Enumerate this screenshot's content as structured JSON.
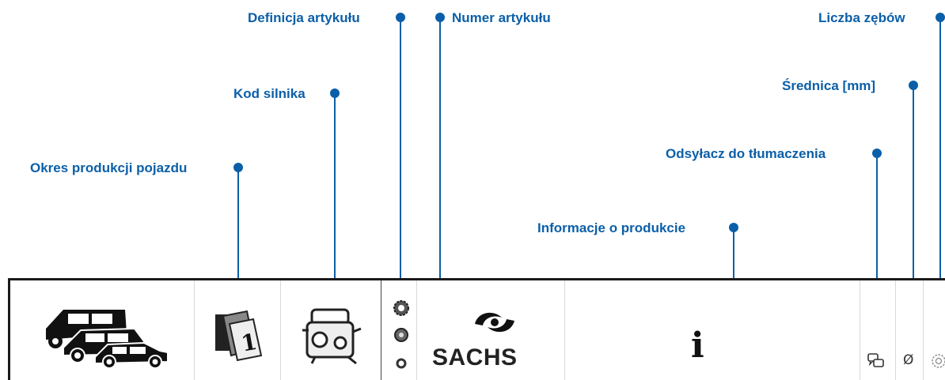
{
  "callouts": {
    "production_period": "Okres produkcji pojazdu",
    "engine_code": "Kod silnika",
    "article_definition": "Definicja artykułu",
    "article_number": "Numer artykułu",
    "production_info": "Informacje o produkcie",
    "translation_ref": "Odsyłacz do tłumaczenia",
    "diameter": "Średnica [mm]",
    "teeth_count": "Liczba zębów"
  },
  "strip": {
    "brand_name": "SACHS",
    "info_symbol": "i",
    "diameter_symbol": "Ø"
  },
  "icons": {
    "vehicles": "vehicles-icon",
    "calendar": "calendar-icon",
    "engine": "engine-icon",
    "article_definition": "gear-stack-icon",
    "brand_logo": "sachs-logo-icon",
    "info": "info-icon",
    "translation": "speech-bubbles-icon",
    "diameter": "diameter-icon",
    "teeth": "cog-outline-icon"
  },
  "colors": {
    "accent": "#0b5fa8",
    "border": "#1a1a1a"
  }
}
